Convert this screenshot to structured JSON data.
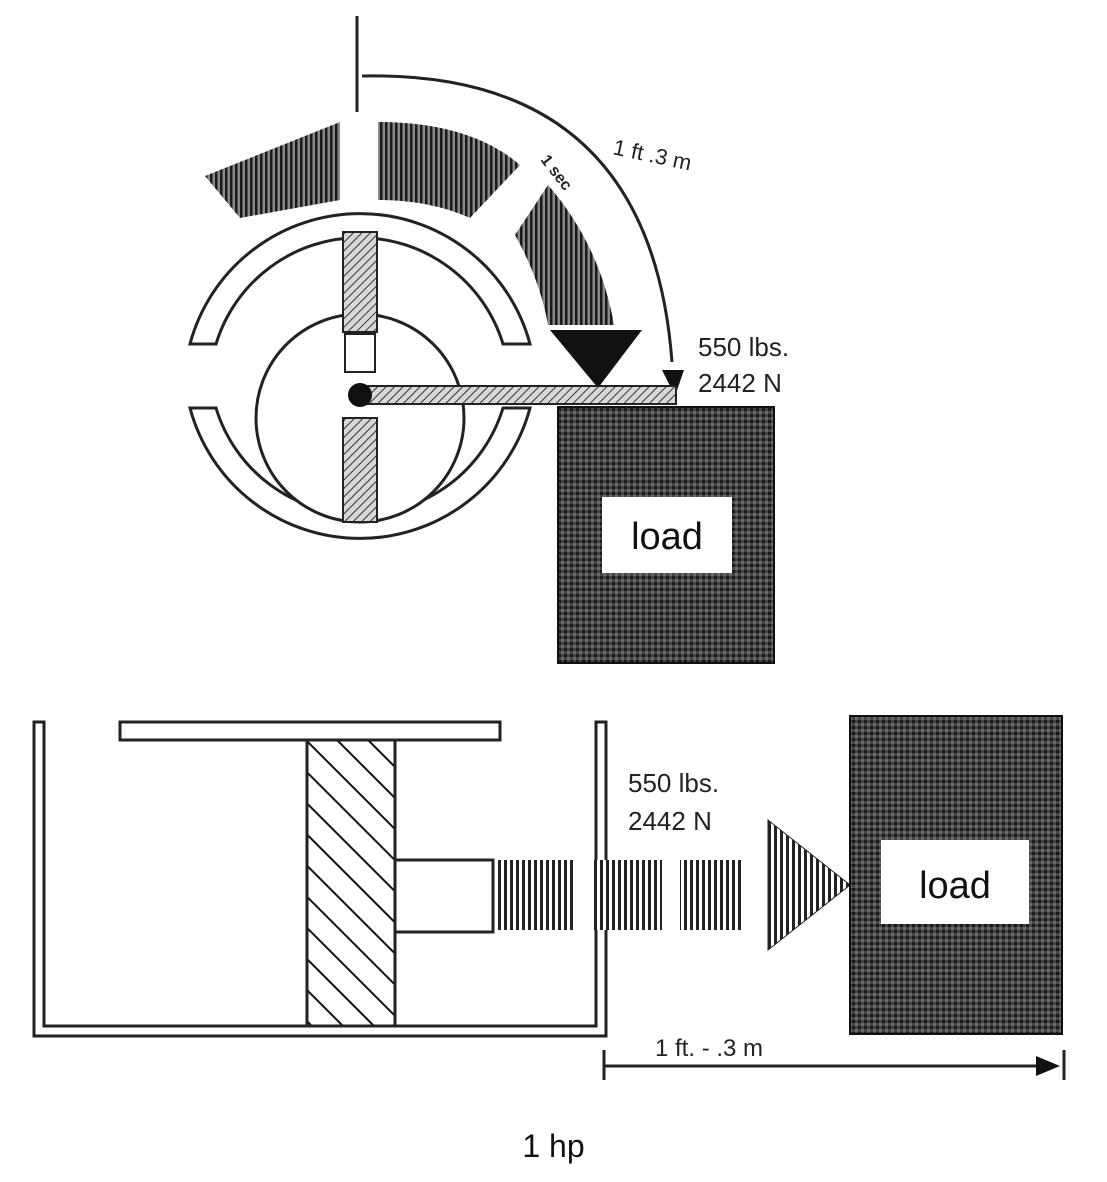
{
  "rotary": {
    "radius_label": "1 ft .3 m",
    "time_label": "1 sec",
    "force_lbs": "550 lbs.",
    "force_n": "2442 N",
    "load_label": "load"
  },
  "linear": {
    "force_lbs": "550 lbs.",
    "force_n": "2442 N",
    "load_label": "load",
    "distance_label": "1 ft. - .3 m"
  },
  "caption": "1 hp"
}
